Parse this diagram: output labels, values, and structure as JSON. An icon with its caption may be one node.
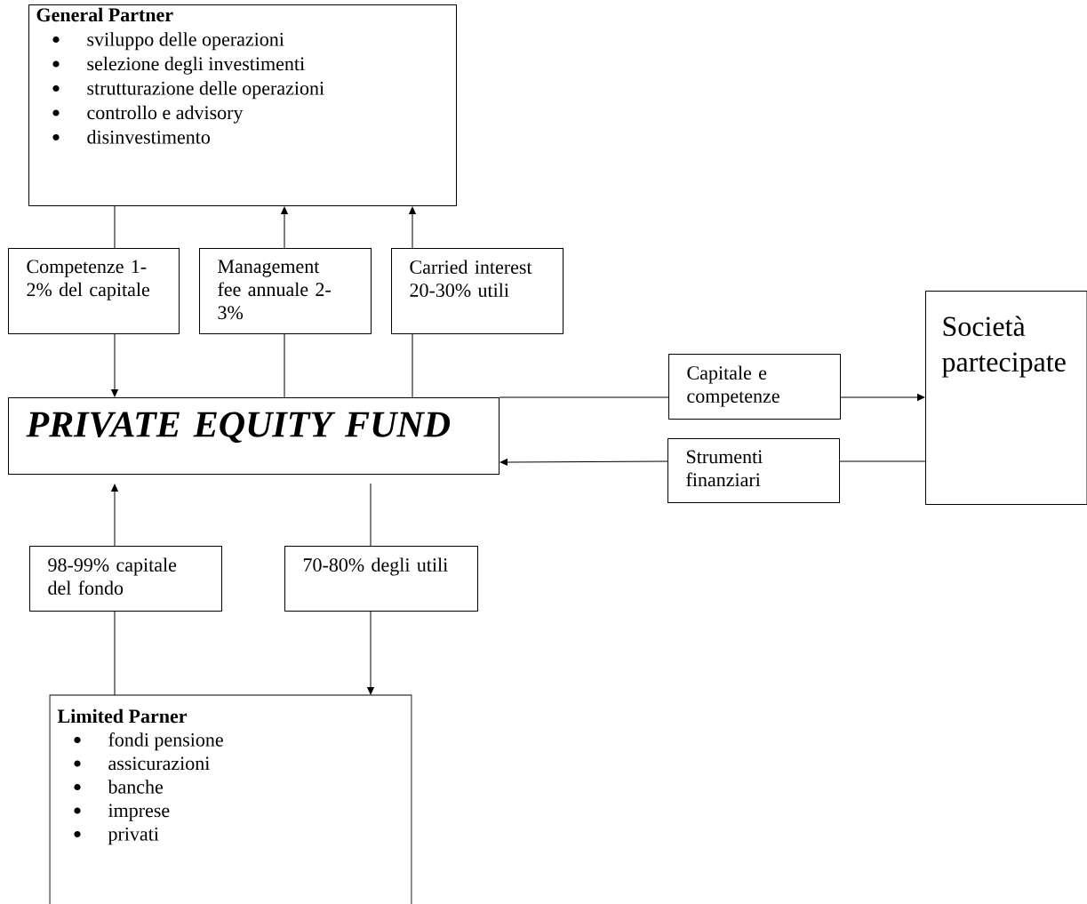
{
  "diagram": {
    "nodes": [
      {
        "text": [
          "General Partner",
          "sviluppo delle operazioni",
          "selezione degli investimenti",
          "strutturazione delle operazioni",
          "controllo e advisory",
          "disinvestimento"
        ]
      },
      {
        "text": [
          "Competenze 1-2% del capitale"
        ]
      },
      {
        "text": [
          "Management fee annuale 2-3%"
        ]
      },
      {
        "text": [
          "Carried interest 20-30% utili"
        ]
      },
      {
        "text": [
          "PRIVATE EQUITY FUND"
        ]
      },
      {
        "text": [
          "Capitale e competenze"
        ]
      },
      {
        "text": [
          "Strumenti finanziari"
        ]
      },
      {
        "text": [
          "Società partecipate"
        ]
      },
      {
        "text": [
          "98-99%  capitale del fondo"
        ]
      },
      {
        "text": [
          "70-80% degli utili"
        ]
      },
      {
        "text": [
          "Limited Parner",
          "fondi pensione",
          "assicurazioni",
          "banche",
          "imprese",
          "privati"
        ]
      }
    ],
    "edges": [
      {
        "from": 0,
        "to": 1,
        "arrow": "none"
      },
      {
        "from": 1,
        "to": 4,
        "arrow": "to"
      },
      {
        "from": 4,
        "to": 2,
        "arrow": "none"
      },
      {
        "from": 2,
        "to": 0,
        "arrow": "to"
      },
      {
        "from": 4,
        "to": 3,
        "arrow": "none"
      },
      {
        "from": 3,
        "to": 0,
        "arrow": "to"
      },
      {
        "from": 4,
        "to": 5,
        "arrow": "none"
      },
      {
        "from": 5,
        "to": 7,
        "arrow": "to"
      },
      {
        "from": 7,
        "to": 6,
        "arrow": "none"
      },
      {
        "from": 6,
        "to": 4,
        "arrow": "to"
      },
      {
        "from": 10,
        "to": 8,
        "arrow": "none"
      },
      {
        "from": 8,
        "to": 4,
        "arrow": "to"
      },
      {
        "from": 4,
        "to": 9,
        "arrow": "none"
      },
      {
        "from": 9,
        "to": 10,
        "arrow": "to"
      }
    ]
  }
}
